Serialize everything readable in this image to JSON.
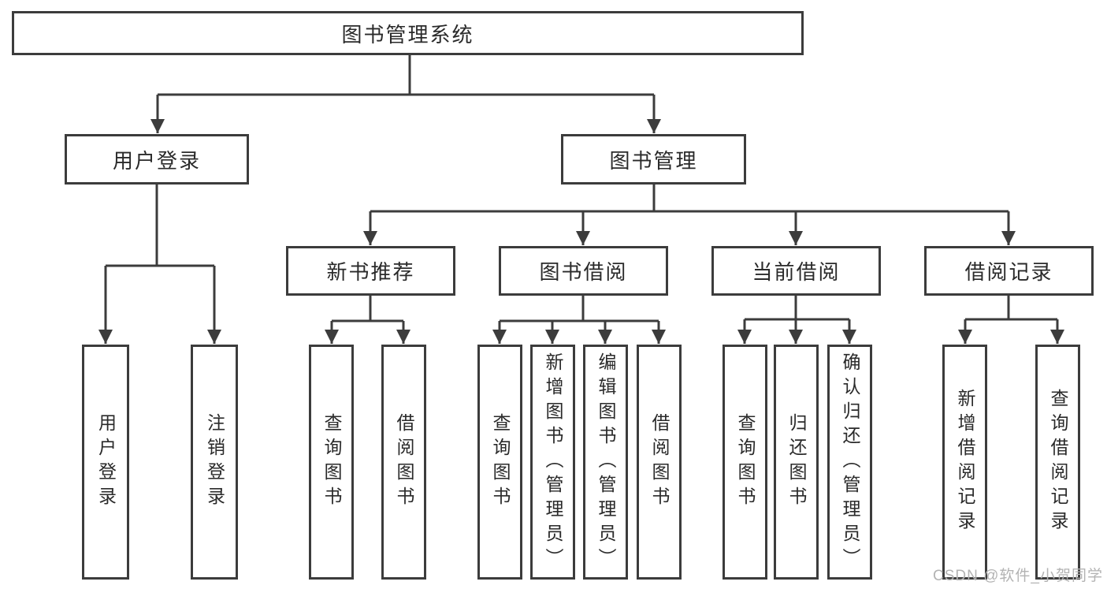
{
  "tree": {
    "root": {
      "label": "图书管理系统",
      "children": [
        {
          "label": "用户登录",
          "children": [
            {
              "label": "用户登录"
            },
            {
              "label": "注销登录"
            }
          ]
        },
        {
          "label": "图书管理",
          "children": [
            {
              "label": "新书推荐",
              "children": [
                {
                  "label": "查询图书"
                },
                {
                  "label": "借阅图书"
                }
              ]
            },
            {
              "label": "图书借阅",
              "children": [
                {
                  "label": "查询图书"
                },
                {
                  "label": "新增图书（管理员）"
                },
                {
                  "label": "编辑图书（管理员）"
                },
                {
                  "label": "借阅图书"
                }
              ]
            },
            {
              "label": "当前借阅",
              "children": [
                {
                  "label": "查询图书"
                },
                {
                  "label": "归还图书"
                },
                {
                  "label": "确认归还（管理员）"
                }
              ]
            },
            {
              "label": "借阅记录",
              "children": [
                {
                  "label": "新增借阅记录"
                },
                {
                  "label": "查询借阅记录"
                }
              ]
            }
          ]
        }
      ]
    }
  },
  "watermark": "CSDN @软件_小贺同学",
  "colors": {
    "line_color": "#3c3c3c",
    "text_color": "#2a2a2a",
    "watermark_color": "#b3b3b3",
    "box_bg": "#ffffff",
    "page_bg": "#ffffff"
  }
}
